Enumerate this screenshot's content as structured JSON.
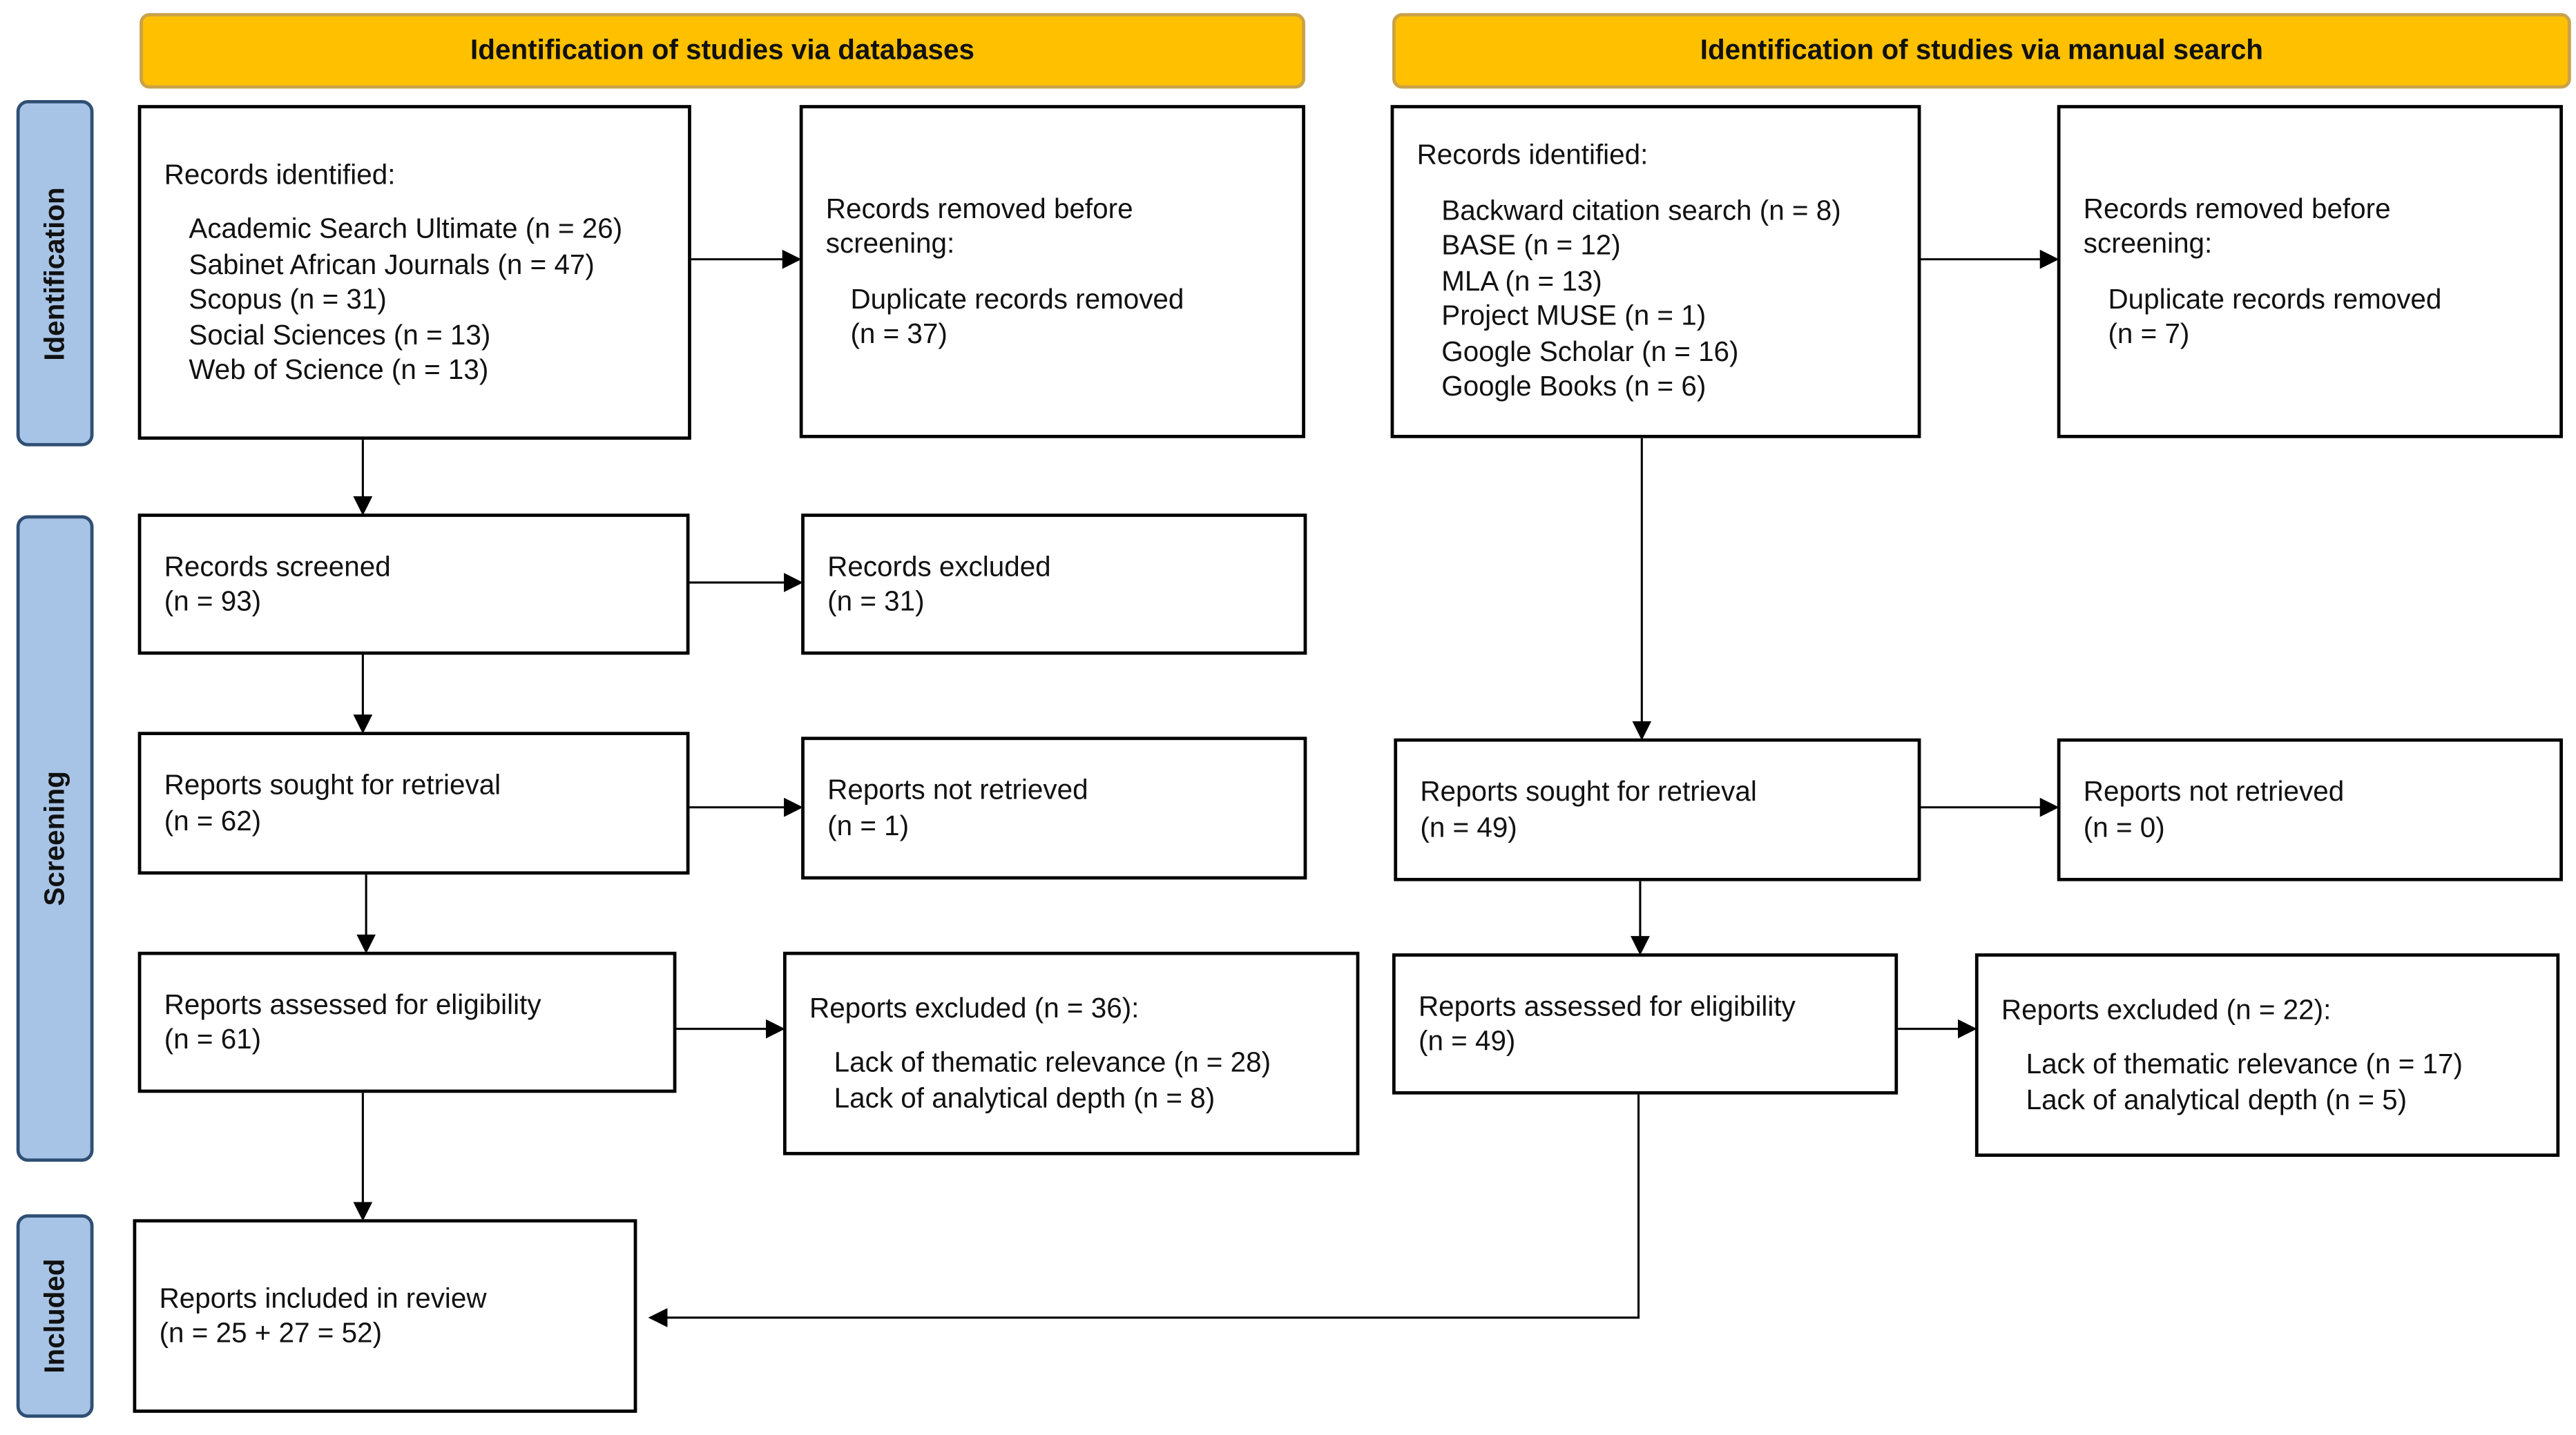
{
  "headers": {
    "databases": "Identification of studies via databases",
    "manual": "Identification of studies via manual search"
  },
  "phases": {
    "identification": "Identification",
    "screening": "Screening",
    "included": "Included"
  },
  "databases": {
    "records_identified": {
      "title": "Records identified:",
      "items": [
        "Academic Search Ultimate (n = 26)",
        "Sabinet African Journals (n = 47)",
        "Scopus (n = 31)",
        "Social Sciences (n = 13)",
        "Web of Science (n = 13)"
      ]
    },
    "records_removed": {
      "title_line1": "Records removed before",
      "title_line2": "screening:",
      "detail_line1": "Duplicate records removed",
      "detail_line2": "(n = 37)"
    },
    "records_screened": {
      "title": "Records screened",
      "count": "(n = 93)"
    },
    "records_excluded": {
      "title": "Records excluded",
      "count": "(n = 31)"
    },
    "reports_sought": {
      "title": "Reports sought for retrieval",
      "count": "(n = 62)"
    },
    "reports_not_retrieved": {
      "title": "Reports not retrieved",
      "count": "(n = 1)"
    },
    "reports_assessed": {
      "title": "Reports assessed for eligibility",
      "count": "(n = 61)"
    },
    "reports_excluded": {
      "title": "Reports excluded (n = 36):",
      "items": [
        "Lack of thematic relevance (n = 28)",
        "Lack of analytical depth (n = 8)"
      ]
    }
  },
  "manual": {
    "records_identified": {
      "title": "Records identified:",
      "items": [
        "Backward citation search (n = 8)",
        "BASE (n = 12)",
        "MLA (n = 13)",
        "Project MUSE (n = 1)",
        "Google Scholar (n = 16)",
        "Google Books (n = 6)"
      ]
    },
    "records_removed": {
      "title_line1": "Records removed before",
      "title_line2": "screening:",
      "detail_line1": "Duplicate records removed",
      "detail_line2": "(n = 7)"
    },
    "reports_sought": {
      "title": "Reports sought for retrieval",
      "count": "(n = 49)"
    },
    "reports_not_retrieved": {
      "title": "Reports not retrieved",
      "count": "(n = 0)"
    },
    "reports_assessed": {
      "title": "Reports assessed for eligibility",
      "count": "(n = 49)"
    },
    "reports_excluded": {
      "title": "Reports excluded (n = 22):",
      "items": [
        "Lack of thematic relevance (n = 17)",
        "Lack of analytical depth (n = 5)"
      ]
    }
  },
  "included": {
    "title": "Reports included in review",
    "count": "(n = 25 + 27 = 52)"
  },
  "colors": {
    "header_fill": "#ffc000",
    "phase_fill": "#a7c4e6",
    "phase_border": "#2f4f74",
    "box_border": "#000000"
  }
}
